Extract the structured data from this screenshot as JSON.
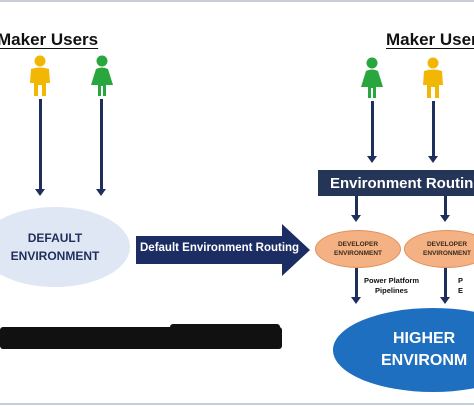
{
  "left": {
    "maker_users": "Maker Users",
    "default_env_line1": "DEFAULT",
    "default_env_line2": "ENVIRONMENT"
  },
  "center": {
    "routing_arrow_label": "Default Environment Routing"
  },
  "right": {
    "maker_users": "Maker User",
    "routing_banner": "Environment Routin",
    "dev_env_a_line1": "DEVELOPER",
    "dev_env_a_line2": "ENVIRONMENT",
    "dev_env_b_line1": "DEVELOPER",
    "dev_env_b_line2": "ENVIRONMENT",
    "pipelines_line1": "Power Platform",
    "pipelines_line2": "Pipelines",
    "pipelines_b_line1": "P",
    "pipelines_b_line2": "E",
    "higher_env_line1": "HIGHER",
    "higher_env_line2": "ENVIRONM"
  },
  "colors": {
    "male_user": "#f2b705",
    "female_user": "#2aa63f",
    "connector": "#1f2f5c",
    "default_env_fill": "#dfe6f4",
    "developer_env_fill": "#f4b183",
    "higher_env_fill": "#1f6fc1",
    "routing_fill": "#243557"
  },
  "icons": [
    "male-user-icon",
    "female-user-icon"
  ]
}
